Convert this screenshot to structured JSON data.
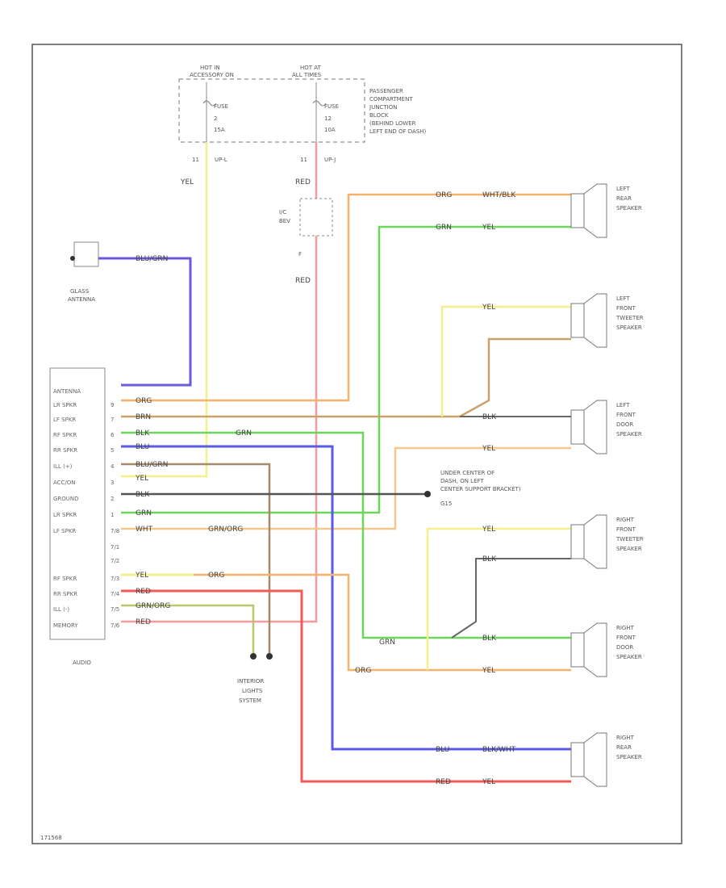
{
  "fuse_block": {
    "hot_left": [
      "HOT IN",
      "ACCESSORY ON"
    ],
    "hot_right": [
      "HOT AT",
      "ALL TIMES"
    ],
    "fuse_left": [
      "FUSE",
      "2",
      "15A"
    ],
    "fuse_right": [
      "FUSE",
      "12",
      "10A"
    ],
    "pin_left": "11",
    "pin_right": "11",
    "conn_left": "UP-L",
    "conn_right": "UP-J",
    "desc": [
      "PASSENGER",
      "COMPARTMENT",
      "JUNCTION",
      "BLOCK",
      "(BEHIND LOWER",
      "LEFT END OF DASH)"
    ]
  },
  "fusible": {
    "label": [
      "I/C",
      "BEV"
    ],
    "pin": "F"
  },
  "antenna": {
    "label": [
      "GLASS",
      "ANTENNA"
    ],
    "wire": "BLU/GRN"
  },
  "audio": {
    "label": "AUDIO",
    "pins": [
      "ANTENNA",
      "LR SPKR",
      "LF SPKR",
      "RF SPKR",
      "RR SPKR",
      "ILL (+)",
      "ACC/ON",
      "GROUND",
      "LR SPKR",
      "LF SPKR",
      "",
      "",
      "RF SPKR",
      "RR SPKR",
      "ILL (-)",
      "MEMORY"
    ],
    "wires": [
      "BLU/GRN",
      "ORG",
      "BRN",
      "BLK",
      "BLU",
      "BLU/GRN",
      "YEL",
      "BLK",
      "GRN",
      "WHT",
      "",
      "",
      "YEL",
      "RED",
      "GRN/ORG",
      "RED"
    ],
    "pin_nums": [
      "",
      "9",
      "7",
      "6",
      "5",
      "4",
      "3",
      "2",
      "1",
      "7/8",
      "7/1",
      "7/2",
      "7/3",
      "7/4",
      "7/5",
      "7/6"
    ]
  },
  "speakers": {
    "left_rear": [
      "LEFT",
      "REAR",
      "SPEAKER"
    ],
    "left_front_tweeter": [
      "LEFT",
      "FRONT",
      "TWEETER",
      "SPEAKER"
    ],
    "left_front_door": [
      "LEFT",
      "FRONT",
      "DOOR",
      "SPEAKER"
    ],
    "right_front_tweeter": [
      "RIGHT",
      "FRONT",
      "TWEETER",
      "SPEAKER"
    ],
    "right_front_door": [
      "RIGHT",
      "FRONT",
      "DOOR",
      "SPEAKER"
    ],
    "right_rear": [
      "RIGHT",
      "REAR",
      "SPEAKER"
    ]
  },
  "wire_labels": {
    "yel": "YEL",
    "red": "RED",
    "org": "ORG",
    "grn": "GRN",
    "blk": "BLK",
    "blu": "BLU",
    "wht_blk": "WHT/BLK",
    "grn_org": "GRN/ORG",
    "blk_wht": "BLK/WHT"
  },
  "ground": [
    "UNDER CENTER OF",
    "DASH, ON LEFT",
    "CENTER SUPPORT BRACKET)",
    "G15"
  ],
  "interior": [
    "INTERIOR",
    "LIGHTS",
    "SYSTEM"
  ],
  "footer": "171568"
}
